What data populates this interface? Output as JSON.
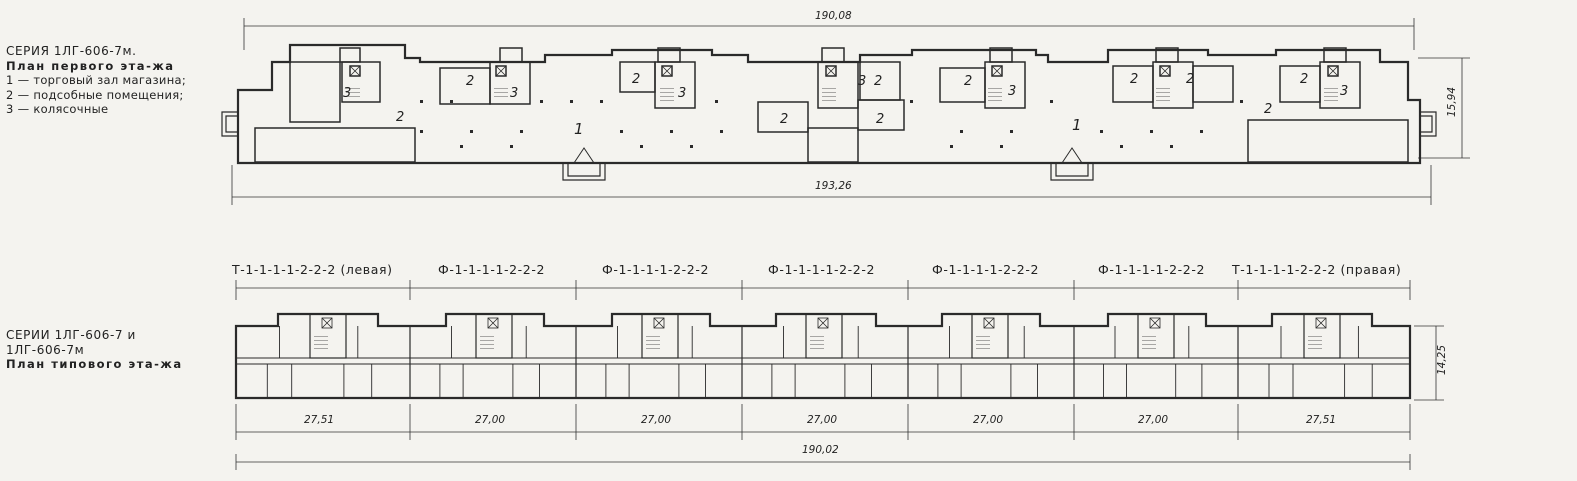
{
  "captions": {
    "ground": {
      "series": "СЕРИЯ  1ЛГ-606-7м.",
      "title": "План первого эта-жа",
      "legend": [
        "1 — торговый зал магазина;",
        "2 — подсобные помещения;",
        "3 — колясочные"
      ]
    },
    "typical": {
      "series": "СЕРИИ  1ЛГ-606-7 и 1ЛГ-606-7м",
      "title": "План типового эта-жа"
    }
  },
  "ground_plan": {
    "dim_top": "190,08",
    "dim_bottom": "193,26",
    "dim_depth": "15,94",
    "room_labels": [
      "1",
      "1",
      "2",
      "2",
      "2",
      "2",
      "2",
      "2",
      "2",
      "2",
      "2",
      "2",
      "2",
      "3",
      "3",
      "3",
      "3",
      "3",
      "3"
    ]
  },
  "typical_plan": {
    "sections": [
      "Т-1-1-1-1-2-2-2 (левая)",
      "Ф-1-1-1-1-2-2-2",
      "Ф-1-1-1-1-2-2-2",
      "Ф-1-1-1-1-2-2-2",
      "Ф-1-1-1-1-2-2-2",
      "Ф-1-1-1-1-2-2-2",
      "Т-1-1-1-1-2-2-2 (правая)"
    ],
    "section_dims": [
      "27,51",
      "27,00",
      "27,00",
      "27,00",
      "27,00",
      "27,00",
      "27,51"
    ],
    "dim_total": "190,02",
    "dim_depth": "14,25"
  }
}
